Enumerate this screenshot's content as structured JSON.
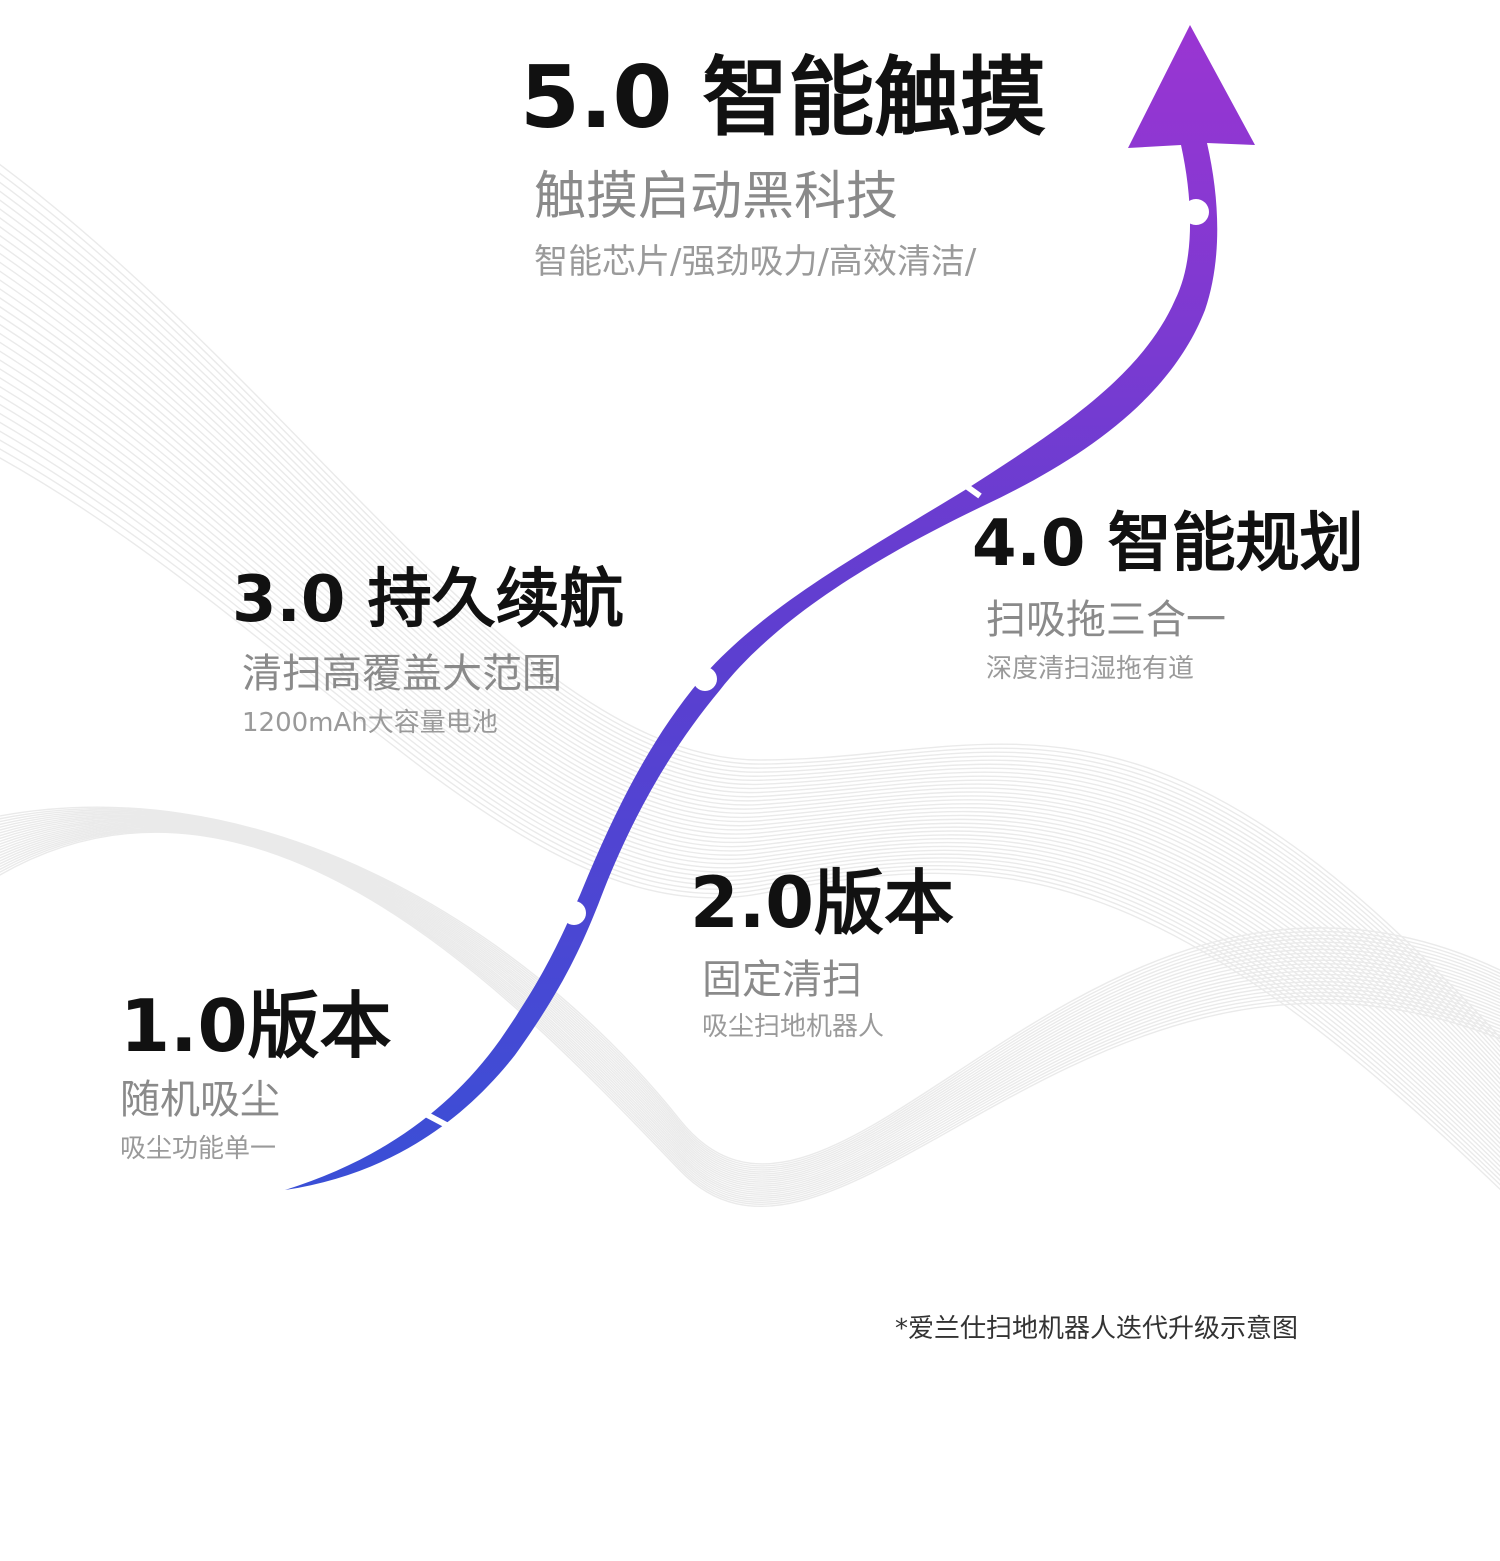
{
  "stages": [
    {
      "title": "1.0版本",
      "subtitle": "随机吸尘",
      "desc": "吸尘功能单一"
    },
    {
      "title": "2.0版本",
      "subtitle": "固定清扫",
      "desc": "吸尘扫地机器人"
    },
    {
      "title": "3.0 持久续航",
      "subtitle": "清扫高覆盖大范围",
      "desc": "1200mAh大容量电池"
    },
    {
      "title": "4.0 智能规划",
      "subtitle": "扫吸拖三合一",
      "desc": "深度清扫湿拖有道"
    },
    {
      "title": "5.0 智能触摸",
      "subtitle": "触摸启动黑科技",
      "desc": "智能芯片/强劲吸力/高效清洁/"
    }
  ],
  "footnote": "*爱兰仕扫地机器人迭代升级示意图",
  "colors": {
    "arrow_start": "#3a4fd6",
    "arrow_end": "#9a35d2",
    "title": "#111111",
    "subtitle": "#8a8a8a"
  }
}
